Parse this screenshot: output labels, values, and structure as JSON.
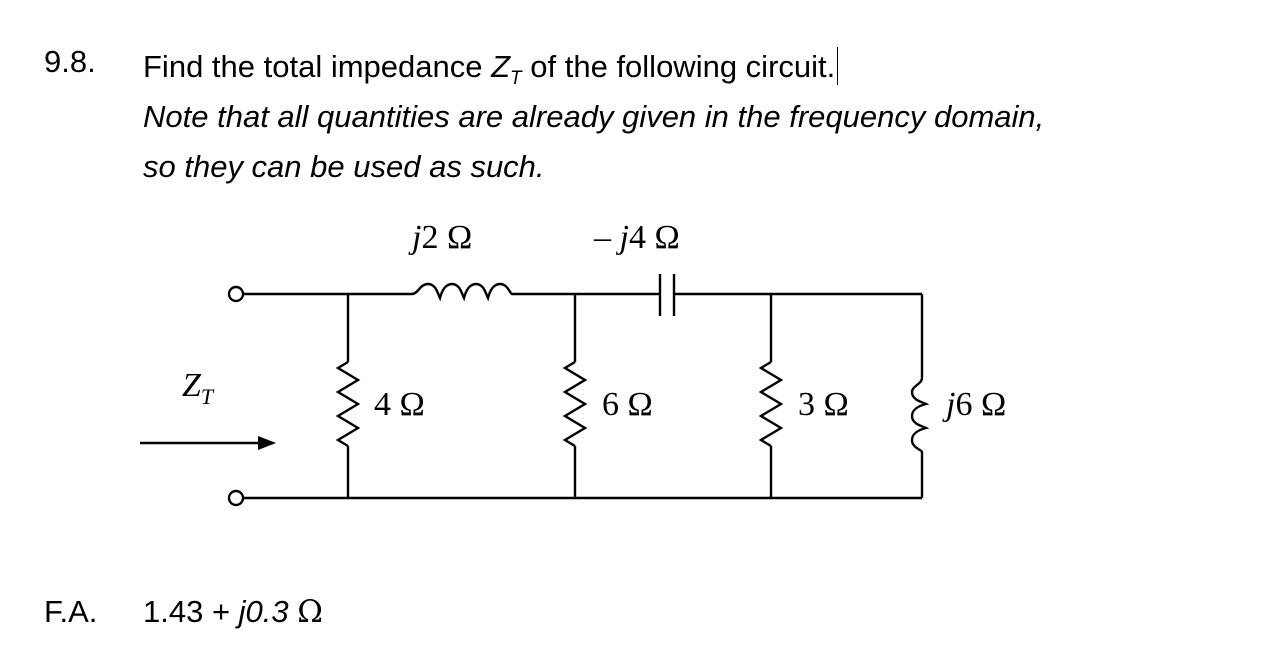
{
  "problem": {
    "number": "9.8.",
    "line1_before": "Find the total impedance ",
    "symbol_main": "Z",
    "symbol_sub": "T",
    "line1_after": " of the following circuit.",
    "note_line1": "Note that all quantities are already given in the frequency domain,",
    "note_line2": "so they can be used as such."
  },
  "circuit": {
    "input_label_main": "Z",
    "input_label_sub": "T",
    "series_inductor_j": "j",
    "series_inductor_value": "2 Ω",
    "series_capacitor_sign": "– ",
    "series_capacitor_j": "j",
    "series_capacitor_value": "4 Ω",
    "shunt_resistor_1": "4 Ω",
    "shunt_resistor_2": "6 Ω",
    "shunt_resistor_3": "3 Ω",
    "shunt_inductor_j": "j",
    "shunt_inductor_value": "6 Ω"
  },
  "answer": {
    "label": "F.A.",
    "real_part": "1.43 + ",
    "imag_part": "j0.3 ",
    "unit": "Ω"
  }
}
